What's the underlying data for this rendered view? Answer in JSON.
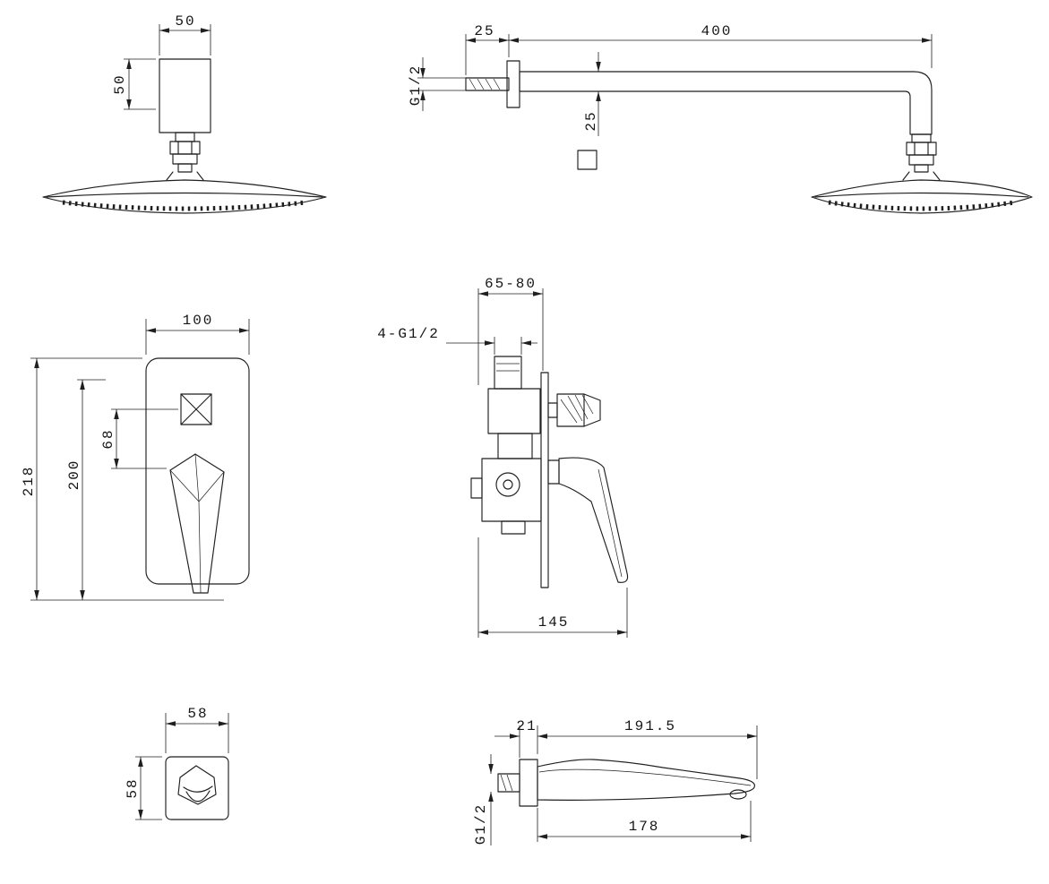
{
  "page": {
    "background": "#ffffff",
    "line_color": "#1f1f1f"
  },
  "drawing": {
    "type": "technical-drawing",
    "subject": "Concealed wall-mounted shower mixer set installation dimensions",
    "units": "mm",
    "views": {
      "showerhead_front": {
        "name": "overhead shower front view",
        "mount_width": "50",
        "mount_height": "50"
      },
      "arm_side": {
        "name": "shower arm side view",
        "wall_offset": "25",
        "arm_length": "400",
        "inlet_thread": "G1/2",
        "arm_profile": "25"
      },
      "mixer_front": {
        "name": "concealed mixer front view",
        "plate_width": "100",
        "overall_height": "218",
        "plate_height": "200",
        "diverter_offset": "68"
      },
      "mixer_side": {
        "name": "concealed mixer side view",
        "recess_depth": "65-80",
        "connections": "4-G1/2",
        "overall_depth": "145"
      },
      "handle_plan": {
        "name": "handle top view",
        "width": "58",
        "height": "58"
      },
      "spout_side": {
        "name": "bath spout side view",
        "plate_depth": "21",
        "overall_length": "191.5",
        "inlet_thread": "G1/2",
        "spout_reach": "178"
      }
    }
  }
}
